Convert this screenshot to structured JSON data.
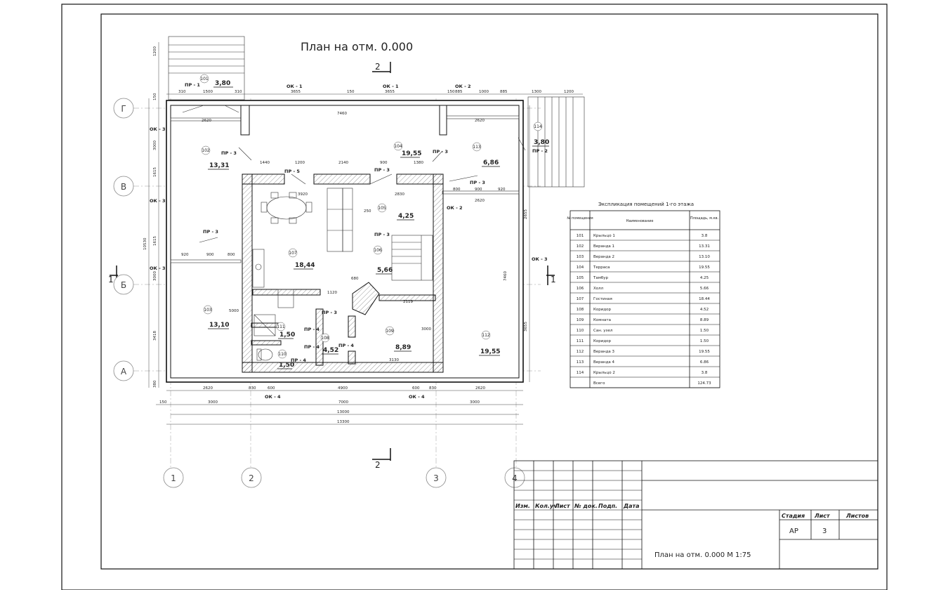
{
  "drawing": {
    "plan_title": "План на отм. 0.000",
    "section_mark": "2",
    "elevation_mark": "1"
  },
  "axes": {
    "letters": [
      "Г",
      "В",
      "Б",
      "А"
    ],
    "numbers": [
      "1",
      "2",
      "3",
      "4"
    ]
  },
  "rooms": [
    {
      "num": "101",
      "area": "3,80"
    },
    {
      "num": "102",
      "area": "13,31"
    },
    {
      "num": "103",
      "area": "13,10"
    },
    {
      "num": "104",
      "area": "19,55"
    },
    {
      "num": "105",
      "area": "4,25"
    },
    {
      "num": "106",
      "area": "5,66"
    },
    {
      "num": "107",
      "area": "18,44"
    },
    {
      "num": "108",
      "area": "4,52"
    },
    {
      "num": "109",
      "area": "8,89"
    },
    {
      "num": "110",
      "area": "1,50"
    },
    {
      "num": "111",
      "area": "1,50"
    },
    {
      "num": "112",
      "area": "19,55"
    },
    {
      "num": "113",
      "area": "6,86"
    },
    {
      "num": "114",
      "area": "3,80"
    }
  ],
  "openings": {
    "ok1": "ОК - 1",
    "ok2": "ОК - 2",
    "ok3": "ОК - 3",
    "ok4": "ОК - 4",
    "pr1": "ПР - 1",
    "pr2": "ПР - 2",
    "pr3": "ПР - 3",
    "pr4": "ПР - 4",
    "pr5": "ПР - 5"
  },
  "dimensions": {
    "top": [
      "310",
      "1500",
      "310",
      "3655",
      "150",
      "3655",
      "150",
      "885",
      "1000",
      "885",
      "1300",
      "1200"
    ],
    "bottom_row1": [
      "2620",
      "830",
      "600",
      "4900",
      "600",
      "830",
      "2620"
    ],
    "bottom_row2": [
      "150",
      "3000",
      "7000",
      "3000"
    ],
    "bottom_total1": "13000",
    "bottom_total2": "13300",
    "left": [
      "1200",
      "150",
      "3000",
      "1615",
      "1615",
      "3000",
      "3418",
      "380"
    ],
    "left_total": "10530",
    "right": [
      "2655",
      "7460",
      "3655"
    ],
    "interior": [
      "7460",
      "2620",
      "2620",
      "1440",
      "1200",
      "2140",
      "900",
      "1380",
      "3920",
      "2830",
      "920",
      "900",
      "800",
      "800",
      "900",
      "920",
      "2620",
      "1120",
      "680",
      "2119",
      "3130",
      "3000",
      "5000",
      "250"
    ]
  },
  "explication": {
    "title": "Экспликация помещений 1-го этажа",
    "headers": [
      "№ помещения",
      "Наименование",
      "Площадь, м.кв."
    ],
    "rows": [
      [
        "101",
        "Крыльцо 1",
        "3.8"
      ],
      [
        "102",
        "Веранда 1",
        "13.31"
      ],
      [
        "103",
        "Веранда 2",
        "13.10"
      ],
      [
        "104",
        "Терраса",
        "19.55"
      ],
      [
        "105",
        "Тамбур",
        "4.25"
      ],
      [
        "106",
        "Холл",
        "5.66"
      ],
      [
        "107",
        "Гостиная",
        "18.44"
      ],
      [
        "108",
        "Коридор",
        "4.52"
      ],
      [
        "109",
        "Комната",
        "8.89"
      ],
      [
        "110",
        "Сан. узел",
        "1.50"
      ],
      [
        "111",
        "Коридор",
        "1.50"
      ],
      [
        "112",
        "Веранда 3",
        "19.55"
      ],
      [
        "113",
        "Веранда 4",
        "6.86"
      ],
      [
        "114",
        "Крыльцо 2",
        "3.8"
      ],
      [
        "",
        "Всего",
        "124.73"
      ]
    ]
  },
  "title_block": {
    "columns": [
      "Изм.",
      "Кол.уч.",
      "Лист",
      "№ док.",
      "Подп.",
      "Дата"
    ],
    "stage_header": "Стадия",
    "sheet_header": "Лист",
    "sheets_header": "Листов",
    "stage": "АР",
    "sheet": "3",
    "sheets": "",
    "sheet_name": "План на отм. 0.000 М 1:75"
  }
}
